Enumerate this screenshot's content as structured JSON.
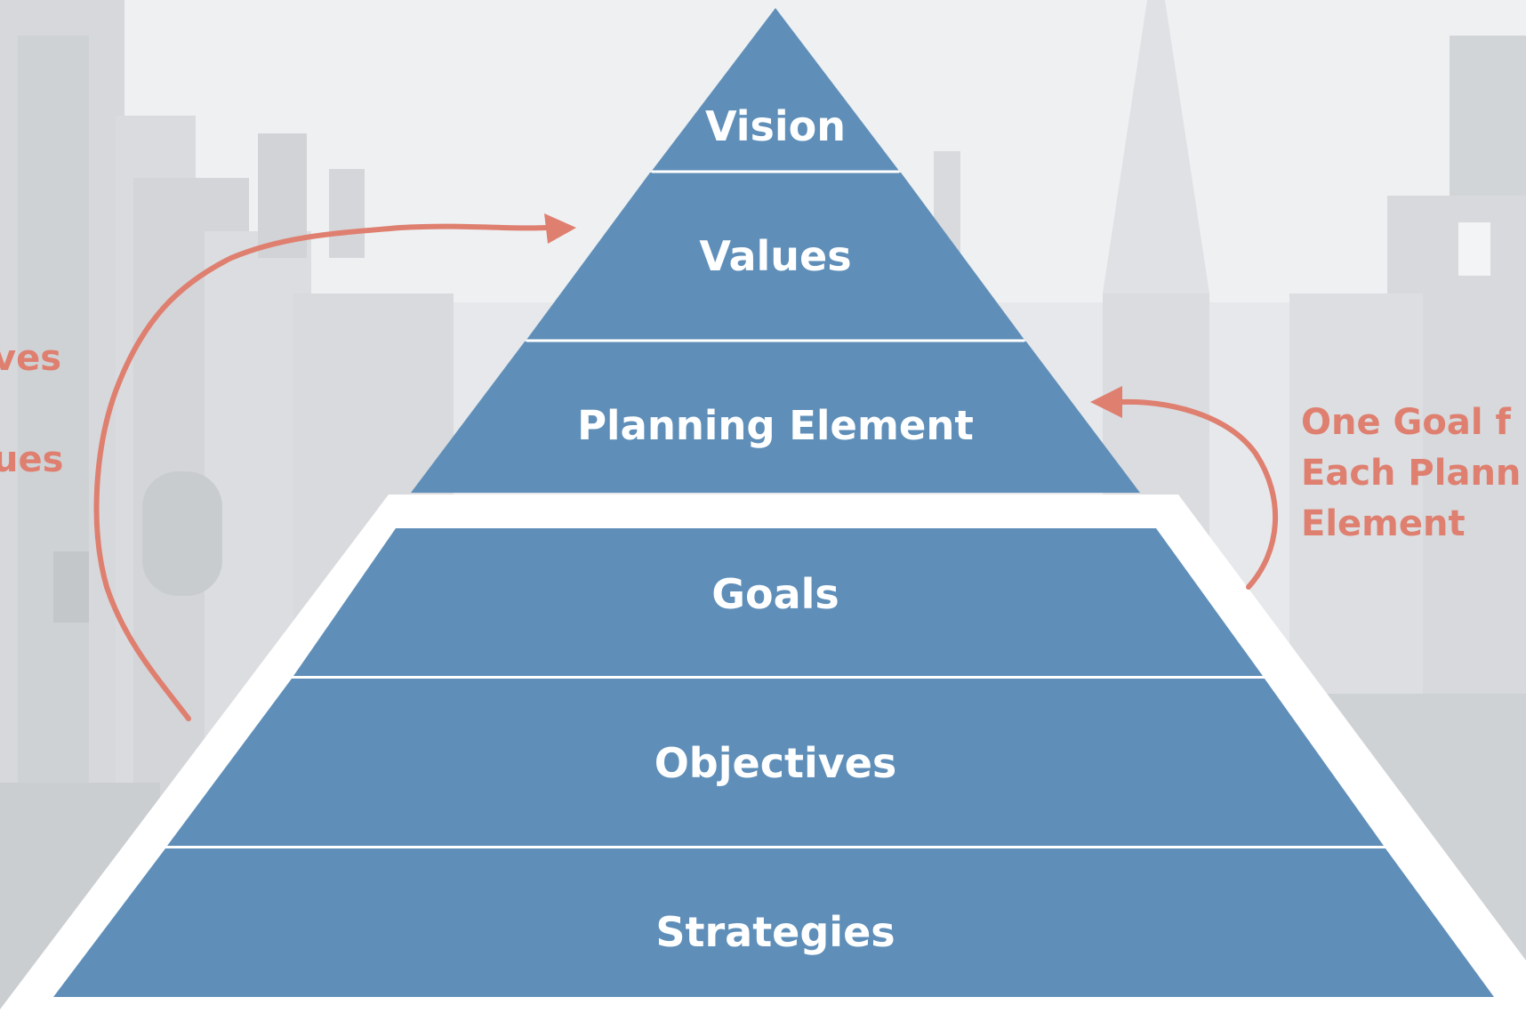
{
  "colors": {
    "tier_fill": "#5f8fb9",
    "tier_divider": "#ffffff",
    "annotation": "#df7f6f",
    "tier_text": "#ffffff",
    "background": "#e4e7ea"
  },
  "pyramid_upper": {
    "tiers": [
      {
        "label": "Vision"
      },
      {
        "label": "Values"
      },
      {
        "label": "Planning Element"
      }
    ]
  },
  "pyramid_lower": {
    "tiers": [
      {
        "label": "Goals"
      },
      {
        "label": "Objectives"
      },
      {
        "label": "Strategies"
      }
    ]
  },
  "left_annotation": {
    "lines": [
      "ves",
      "ues"
    ]
  },
  "right_annotation": {
    "lines": [
      "One Goal f",
      "Each Plann",
      "Element"
    ]
  },
  "icons": {
    "left_arrow": "curved-arrow-icon",
    "right_arrow": "curved-arrow-icon"
  }
}
